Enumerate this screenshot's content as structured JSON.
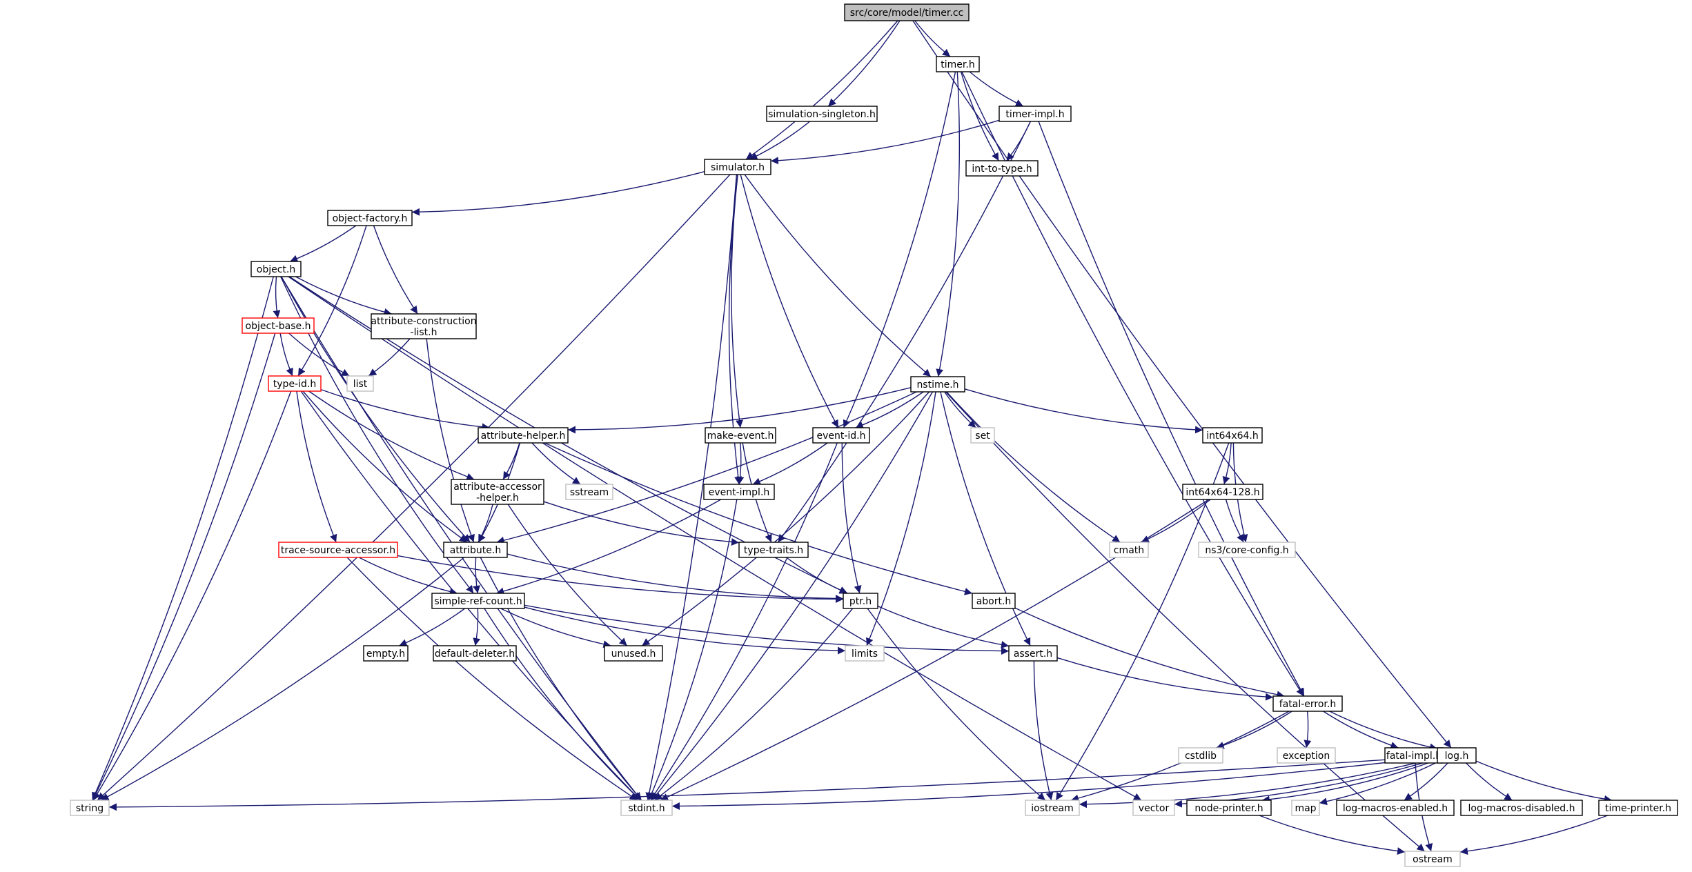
{
  "colors": {
    "edge": "#191970",
    "border_normal": "#000000",
    "border_external": "#bfbfbf",
    "border_truncated": "#ff0000",
    "root_fill": "#bfbfbf",
    "node_fill": "#ffffff"
  },
  "nodes": {
    "root": {
      "label": "src/core/model/timer.cc",
      "style": "root"
    },
    "timer_h": {
      "label": "timer.h",
      "style": "normal"
    },
    "simulation_singleton_h": {
      "label": "simulation-singleton.h",
      "style": "normal"
    },
    "timer_impl_h": {
      "label": "timer-impl.h",
      "style": "normal"
    },
    "simulator_h": {
      "label": "simulator.h",
      "style": "normal"
    },
    "int_to_type_h": {
      "label": "int-to-type.h",
      "style": "normal"
    },
    "object_factory_h": {
      "label": "object-factory.h",
      "style": "normal"
    },
    "object_h": {
      "label": "object.h",
      "style": "normal"
    },
    "object_base_h": {
      "label": "object-base.h",
      "style": "truncated"
    },
    "attribute_construction_list_h": {
      "label": "attribute-construction\n-list.h",
      "style": "normal"
    },
    "list": {
      "label": "list",
      "style": "external"
    },
    "type_id_h": {
      "label": "type-id.h",
      "style": "truncated"
    },
    "nstime_h": {
      "label": "nstime.h",
      "style": "normal"
    },
    "attribute_helper_h": {
      "label": "attribute-helper.h",
      "style": "normal"
    },
    "make_event_h": {
      "label": "make-event.h",
      "style": "normal"
    },
    "event_id_h": {
      "label": "event-id.h",
      "style": "normal"
    },
    "set": {
      "label": "set",
      "style": "external"
    },
    "int64x64_h": {
      "label": "int64x64.h",
      "style": "normal"
    },
    "attribute_accessor_helper_h": {
      "label": "attribute-accessor\n-helper.h",
      "style": "normal"
    },
    "sstream": {
      "label": "sstream",
      "style": "external"
    },
    "event_impl_h": {
      "label": "event-impl.h",
      "style": "normal"
    },
    "int64x64_128_h": {
      "label": "int64x64-128.h",
      "style": "normal"
    },
    "trace_source_accessor_h": {
      "label": "trace-source-accessor.h",
      "style": "truncated"
    },
    "attribute_h": {
      "label": "attribute.h",
      "style": "normal"
    },
    "type_traits_h": {
      "label": "type-traits.h",
      "style": "normal"
    },
    "cmath": {
      "label": "cmath",
      "style": "external"
    },
    "core_config_h": {
      "label": "ns3/core-config.h",
      "style": "external"
    },
    "simple_ref_count_h": {
      "label": "simple-ref-count.h",
      "style": "normal"
    },
    "ptr_h": {
      "label": "ptr.h",
      "style": "normal"
    },
    "abort_h": {
      "label": "abort.h",
      "style": "normal"
    },
    "empty_h": {
      "label": "empty.h",
      "style": "normal"
    },
    "default_deleter_h": {
      "label": "default-deleter.h",
      "style": "normal"
    },
    "unused_h": {
      "label": "unused.h",
      "style": "normal"
    },
    "limits": {
      "label": "limits",
      "style": "external"
    },
    "assert_h": {
      "label": "assert.h",
      "style": "normal"
    },
    "fatal_error_h": {
      "label": "fatal-error.h",
      "style": "normal"
    },
    "cstdlib": {
      "label": "cstdlib",
      "style": "external"
    },
    "exception": {
      "label": "exception",
      "style": "external"
    },
    "fatal_impl_h": {
      "label": "fatal-impl.h",
      "style": "normal"
    },
    "log_h": {
      "label": "log.h",
      "style": "normal"
    },
    "string": {
      "label": "string",
      "style": "external"
    },
    "stdint_h": {
      "label": "stdint.h",
      "style": "external"
    },
    "iostream": {
      "label": "iostream",
      "style": "external"
    },
    "vector": {
      "label": "vector",
      "style": "external"
    },
    "node_printer_h": {
      "label": "node-printer.h",
      "style": "normal"
    },
    "map": {
      "label": "map",
      "style": "external"
    },
    "log_macros_enabled_h": {
      "label": "log-macros-enabled.h",
      "style": "normal"
    },
    "log_macros_disabled_h": {
      "label": "log-macros-disabled.h",
      "style": "normal"
    },
    "time_printer_h": {
      "label": "time-printer.h",
      "style": "normal"
    },
    "ostream": {
      "label": "ostream",
      "style": "external"
    }
  },
  "edges": [
    [
      "root",
      "timer_h"
    ],
    [
      "root",
      "simulation_singleton_h"
    ],
    [
      "root",
      "simulator_h"
    ],
    [
      "root",
      "log_h"
    ],
    [
      "timer_h",
      "timer_impl_h"
    ],
    [
      "timer_h",
      "int_to_type_h"
    ],
    [
      "timer_h",
      "event_id_h"
    ],
    [
      "timer_h",
      "nstime_h"
    ],
    [
      "timer_h",
      "fatal_error_h"
    ],
    [
      "timer_impl_h",
      "simulator_h"
    ],
    [
      "timer_impl_h",
      "int_to_type_h"
    ],
    [
      "timer_impl_h",
      "type_traits_h"
    ],
    [
      "timer_impl_h",
      "fatal_error_h"
    ],
    [
      "simulation_singleton_h",
      "simulator_h"
    ],
    [
      "simulator_h",
      "object_factory_h"
    ],
    [
      "simulator_h",
      "string"
    ],
    [
      "simulator_h",
      "stdint_h"
    ],
    [
      "simulator_h",
      "make_event_h"
    ],
    [
      "simulator_h",
      "event_impl_h"
    ],
    [
      "simulator_h",
      "event_id_h"
    ],
    [
      "simulator_h",
      "nstime_h"
    ],
    [
      "object_factory_h",
      "object_h"
    ],
    [
      "object_factory_h",
      "attribute_construction_list_h"
    ],
    [
      "object_factory_h",
      "type_id_h"
    ],
    [
      "object_h",
      "object_base_h"
    ],
    [
      "object_h",
      "attribute_construction_list_h"
    ],
    [
      "object_h",
      "string"
    ],
    [
      "object_h",
      "stdint_h"
    ],
    [
      "object_h",
      "simple_ref_count_h"
    ],
    [
      "object_h",
      "attribute_h"
    ],
    [
      "object_h",
      "ptr_h"
    ],
    [
      "object_h",
      "vector"
    ],
    [
      "object_base_h",
      "type_id_h"
    ],
    [
      "object_base_h",
      "list"
    ],
    [
      "object_base_h",
      "string"
    ],
    [
      "attribute_construction_list_h",
      "list"
    ],
    [
      "attribute_construction_list_h",
      "attribute_h"
    ],
    [
      "type_id_h",
      "attribute_helper_h"
    ],
    [
      "type_id_h",
      "attribute_accessor_helper_h"
    ],
    [
      "type_id_h",
      "attribute_h"
    ],
    [
      "type_id_h",
      "trace_source_accessor_h"
    ],
    [
      "type_id_h",
      "string"
    ],
    [
      "type_id_h",
      "stdint_h"
    ],
    [
      "nstime_h",
      "attribute_helper_h"
    ],
    [
      "nstime_h",
      "event_id_h"
    ],
    [
      "nstime_h",
      "set"
    ],
    [
      "nstime_h",
      "int64x64_h"
    ],
    [
      "nstime_h",
      "cmath"
    ],
    [
      "nstime_h",
      "attribute_h"
    ],
    [
      "nstime_h",
      "unused_h"
    ],
    [
      "nstime_h",
      "limits"
    ],
    [
      "nstime_h",
      "assert_h"
    ],
    [
      "nstime_h",
      "stdint_h"
    ],
    [
      "nstime_h",
      "ostream"
    ],
    [
      "attribute_helper_h",
      "attribute_accessor_helper_h"
    ],
    [
      "attribute_helper_h",
      "sstream"
    ],
    [
      "attribute_helper_h",
      "attribute_h"
    ],
    [
      "attribute_helper_h",
      "abort_h"
    ],
    [
      "make_event_h",
      "event_impl_h"
    ],
    [
      "make_event_h",
      "type_traits_h"
    ],
    [
      "event_id_h",
      "event_impl_h"
    ],
    [
      "event_id_h",
      "ptr_h"
    ],
    [
      "event_id_h",
      "stdint_h"
    ],
    [
      "int64x64_h",
      "int64x64_128_h"
    ],
    [
      "int64x64_h",
      "core_config_h"
    ],
    [
      "int64x64_h",
      "iostream"
    ],
    [
      "int64x64_128_h",
      "cmath"
    ],
    [
      "int64x64_128_h",
      "core_config_h"
    ],
    [
      "int64x64_128_h",
      "stdint_h"
    ],
    [
      "attribute_accessor_helper_h",
      "attribute_h"
    ],
    [
      "attribute_accessor_helper_h",
      "type_traits_h"
    ],
    [
      "attribute_accessor_helper_h",
      "unused_h"
    ],
    [
      "event_impl_h",
      "simple_ref_count_h"
    ],
    [
      "event_impl_h",
      "stdint_h"
    ],
    [
      "trace_source_accessor_h",
      "simple_ref_count_h"
    ],
    [
      "trace_source_accessor_h",
      "ptr_h"
    ],
    [
      "trace_source_accessor_h",
      "stdint_h"
    ],
    [
      "attribute_h",
      "simple_ref_count_h"
    ],
    [
      "attribute_h",
      "ptr_h"
    ],
    [
      "attribute_h",
      "string"
    ],
    [
      "attribute_h",
      "stdint_h"
    ],
    [
      "type_traits_h",
      "ptr_h"
    ],
    [
      "simple_ref_count_h",
      "empty_h"
    ],
    [
      "simple_ref_count_h",
      "default_deleter_h"
    ],
    [
      "simple_ref_count_h",
      "unused_h"
    ],
    [
      "simple_ref_count_h",
      "limits"
    ],
    [
      "simple_ref_count_h",
      "assert_h"
    ],
    [
      "simple_ref_count_h",
      "stdint_h"
    ],
    [
      "ptr_h",
      "assert_h"
    ],
    [
      "ptr_h",
      "iostream"
    ],
    [
      "ptr_h",
      "stdint_h"
    ],
    [
      "abort_h",
      "fatal_error_h"
    ],
    [
      "assert_h",
      "fatal_error_h"
    ],
    [
      "assert_h",
      "iostream"
    ],
    [
      "fatal_error_h",
      "cstdlib"
    ],
    [
      "fatal_error_h",
      "exception"
    ],
    [
      "fatal_error_h",
      "fatal_impl_h"
    ],
    [
      "fatal_error_h",
      "log_h"
    ],
    [
      "fatal_error_h",
      "iostream"
    ],
    [
      "fatal_impl_h",
      "ostream"
    ],
    [
      "log_h",
      "string"
    ],
    [
      "log_h",
      "stdint_h"
    ],
    [
      "log_h",
      "iostream"
    ],
    [
      "log_h",
      "vector"
    ],
    [
      "log_h",
      "node_printer_h"
    ],
    [
      "log_h",
      "map"
    ],
    [
      "log_h",
      "log_macros_enabled_h"
    ],
    [
      "log_h",
      "log_macros_disabled_h"
    ],
    [
      "log_h",
      "time_printer_h"
    ],
    [
      "node_printer_h",
      "ostream"
    ],
    [
      "time_printer_h",
      "ostream"
    ]
  ]
}
